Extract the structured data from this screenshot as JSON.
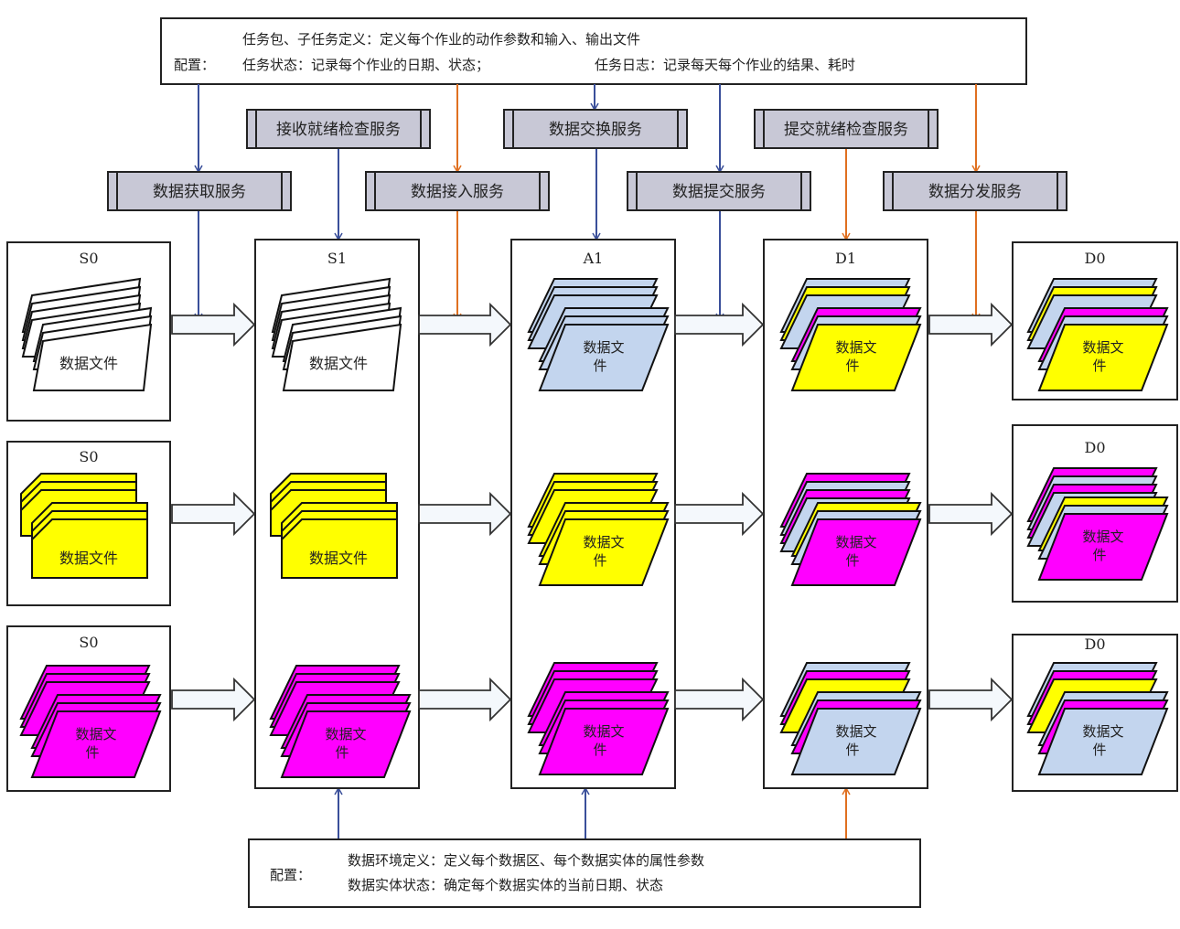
{
  "top_config": {
    "prefix": "配置：",
    "line1": "任务包、子任务定义：定义每个作业的动作参数和输入、输出文件",
    "line2a": "任务状态：记录每个作业的日期、状态；",
    "line2b": "任务日志：记录每天每个作业的结果、耗时"
  },
  "services": {
    "receive_ready_check": "接收就绪检查服务",
    "data_exchange": "数据交换服务",
    "submit_ready_check": "提交就绪检查服务",
    "data_fetch": "数据获取服务",
    "data_ingest": "数据接入服务",
    "data_submit": "数据提交服务",
    "data_distribute": "数据分发服务"
  },
  "bottom_config": {
    "prefix": "配置：",
    "line1": "数据环境定义：定义每个数据区、每个数据实体的属性参数",
    "line2": "数据实体状态：确定每个数据实体的当前日期、状态"
  },
  "colors": {
    "white": "#ffffff",
    "blue": "#c3d5ee",
    "yellow": "#ffff00",
    "magenta": "#ff00ff",
    "service": "#c8c8d6",
    "line_blue": "#3a4f9a",
    "line_orange": "#e07020"
  },
  "file_label": "数据文件",
  "columns": [
    {
      "label": "S0",
      "rows": [
        [
          "white",
          "white",
          "white",
          "white",
          "white",
          "white",
          "white"
        ],
        [
          "yellow",
          "yellow",
          "yellow",
          "yellow",
          "yellow",
          "yellow"
        ],
        [
          "magenta",
          "magenta",
          "magenta",
          "magenta",
          "magenta",
          "magenta"
        ]
      ]
    },
    {
      "label": "S1",
      "rows": [
        [
          "white",
          "white",
          "white",
          "white",
          "white",
          "white",
          "white"
        ],
        [
          "yellow",
          "yellow",
          "yellow",
          "yellow",
          "yellow",
          "yellow"
        ],
        [
          "magenta",
          "magenta",
          "magenta",
          "magenta",
          "magenta",
          "magenta"
        ]
      ]
    },
    {
      "label": "A1",
      "rows": [
        [
          "blue",
          "blue",
          "blue",
          "blue",
          "blue",
          "blue"
        ],
        [
          "yellow",
          "yellow",
          "yellow",
          "yellow",
          "yellow",
          "yellow"
        ],
        [
          "magenta",
          "magenta",
          "magenta",
          "magenta",
          "magenta",
          "magenta"
        ]
      ]
    },
    {
      "label": "D1",
      "rows": [
        [
          "blue",
          "yellow",
          "blue",
          "magenta",
          "blue",
          "yellow"
        ],
        [
          "magenta",
          "blue",
          "magenta",
          "blue",
          "yellow",
          "blue",
          "magenta"
        ],
        [
          "blue",
          "magenta",
          "yellow",
          "blue",
          "magenta",
          "blue"
        ]
      ]
    },
    {
      "label": "D0",
      "rows": [
        [
          "blue",
          "yellow",
          "blue",
          "magenta",
          "blue",
          "yellow"
        ],
        [
          "magenta",
          "blue",
          "magenta",
          "blue",
          "yellow",
          "blue",
          "magenta"
        ],
        [
          "blue",
          "magenta",
          "yellow",
          "blue",
          "magenta",
          "blue"
        ]
      ]
    }
  ]
}
